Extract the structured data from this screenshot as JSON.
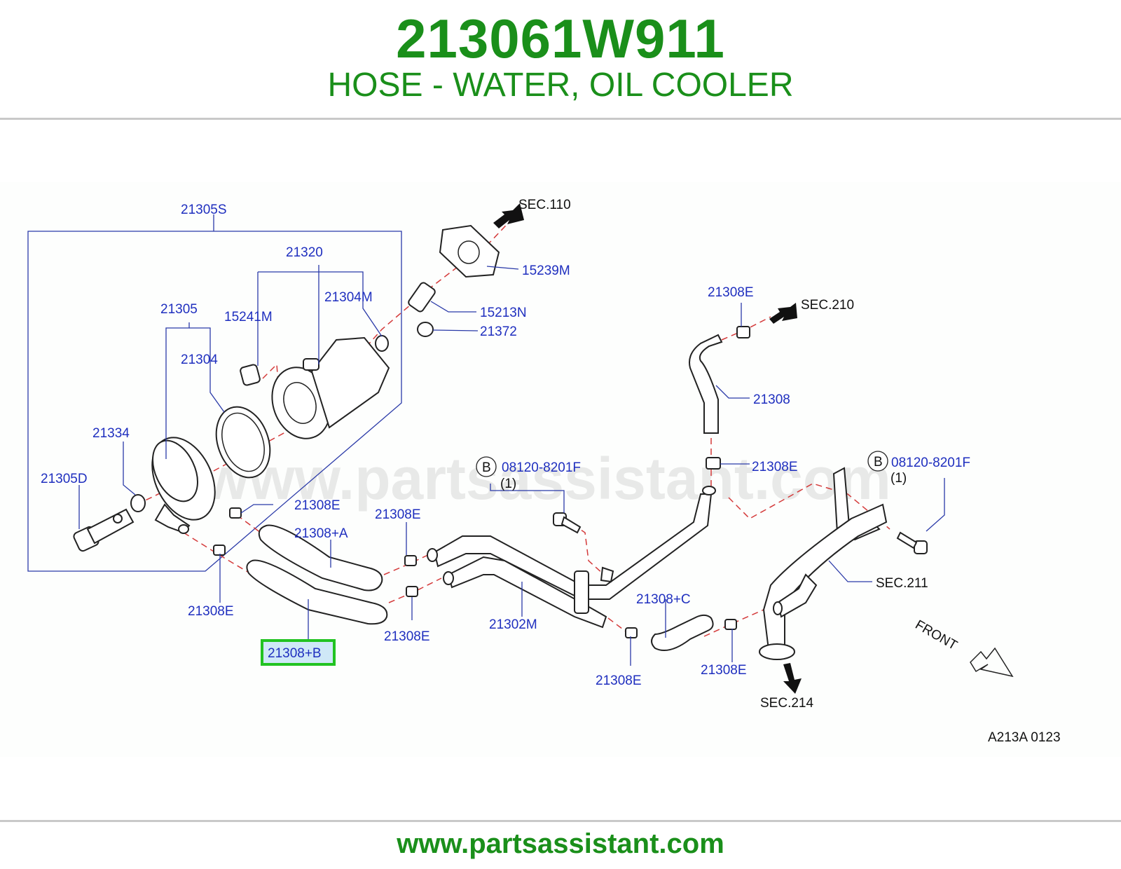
{
  "header": {
    "part_number": "213061W911",
    "description": "HOSE - WATER, OIL COOLER"
  },
  "footer": {
    "url": "www.partsassistant.com"
  },
  "watermark": "www.partsassistant.com",
  "colors": {
    "title_green": "#1a8f1a",
    "label_blue": "#1f2fbf",
    "highlight_green": "#22c322",
    "highlight_fill": "#cfe8f7"
  },
  "labels": {
    "l21305S": "21305S",
    "l21320": "21320",
    "l21304M": "21304M",
    "l15241M": "15241M",
    "l21305": "21305",
    "l21304": "21304",
    "l21334": "21334",
    "l21305D": "21305D",
    "l15239M": "15239M",
    "l15213N": "15213N",
    "l21372": "21372",
    "l21308E_top": "21308E",
    "l21308": "21308",
    "l21308E_mid": "21308E",
    "l21308E_a": "21308E",
    "l21308A": "21308+A",
    "l21308E_b": "21308E",
    "l21308E_c": "21308E",
    "l21308E_d": "21308E",
    "l21308B": "21308+B",
    "l21302M": "21302M",
    "l21308C": "21308+C",
    "l21308E_e": "21308E",
    "l21308E_f": "21308E",
    "l08120_left": "08120-8201F",
    "l08120_right": "08120-8201F",
    "qty_left": "(1)",
    "qty_right": "(1)",
    "b_left": "B",
    "b_right": "B",
    "sec110": "SEC.110",
    "sec210": "SEC.210",
    "sec211": "SEC.211",
    "sec214": "SEC.214",
    "front": "FRONT",
    "code": "A213A  0123"
  }
}
